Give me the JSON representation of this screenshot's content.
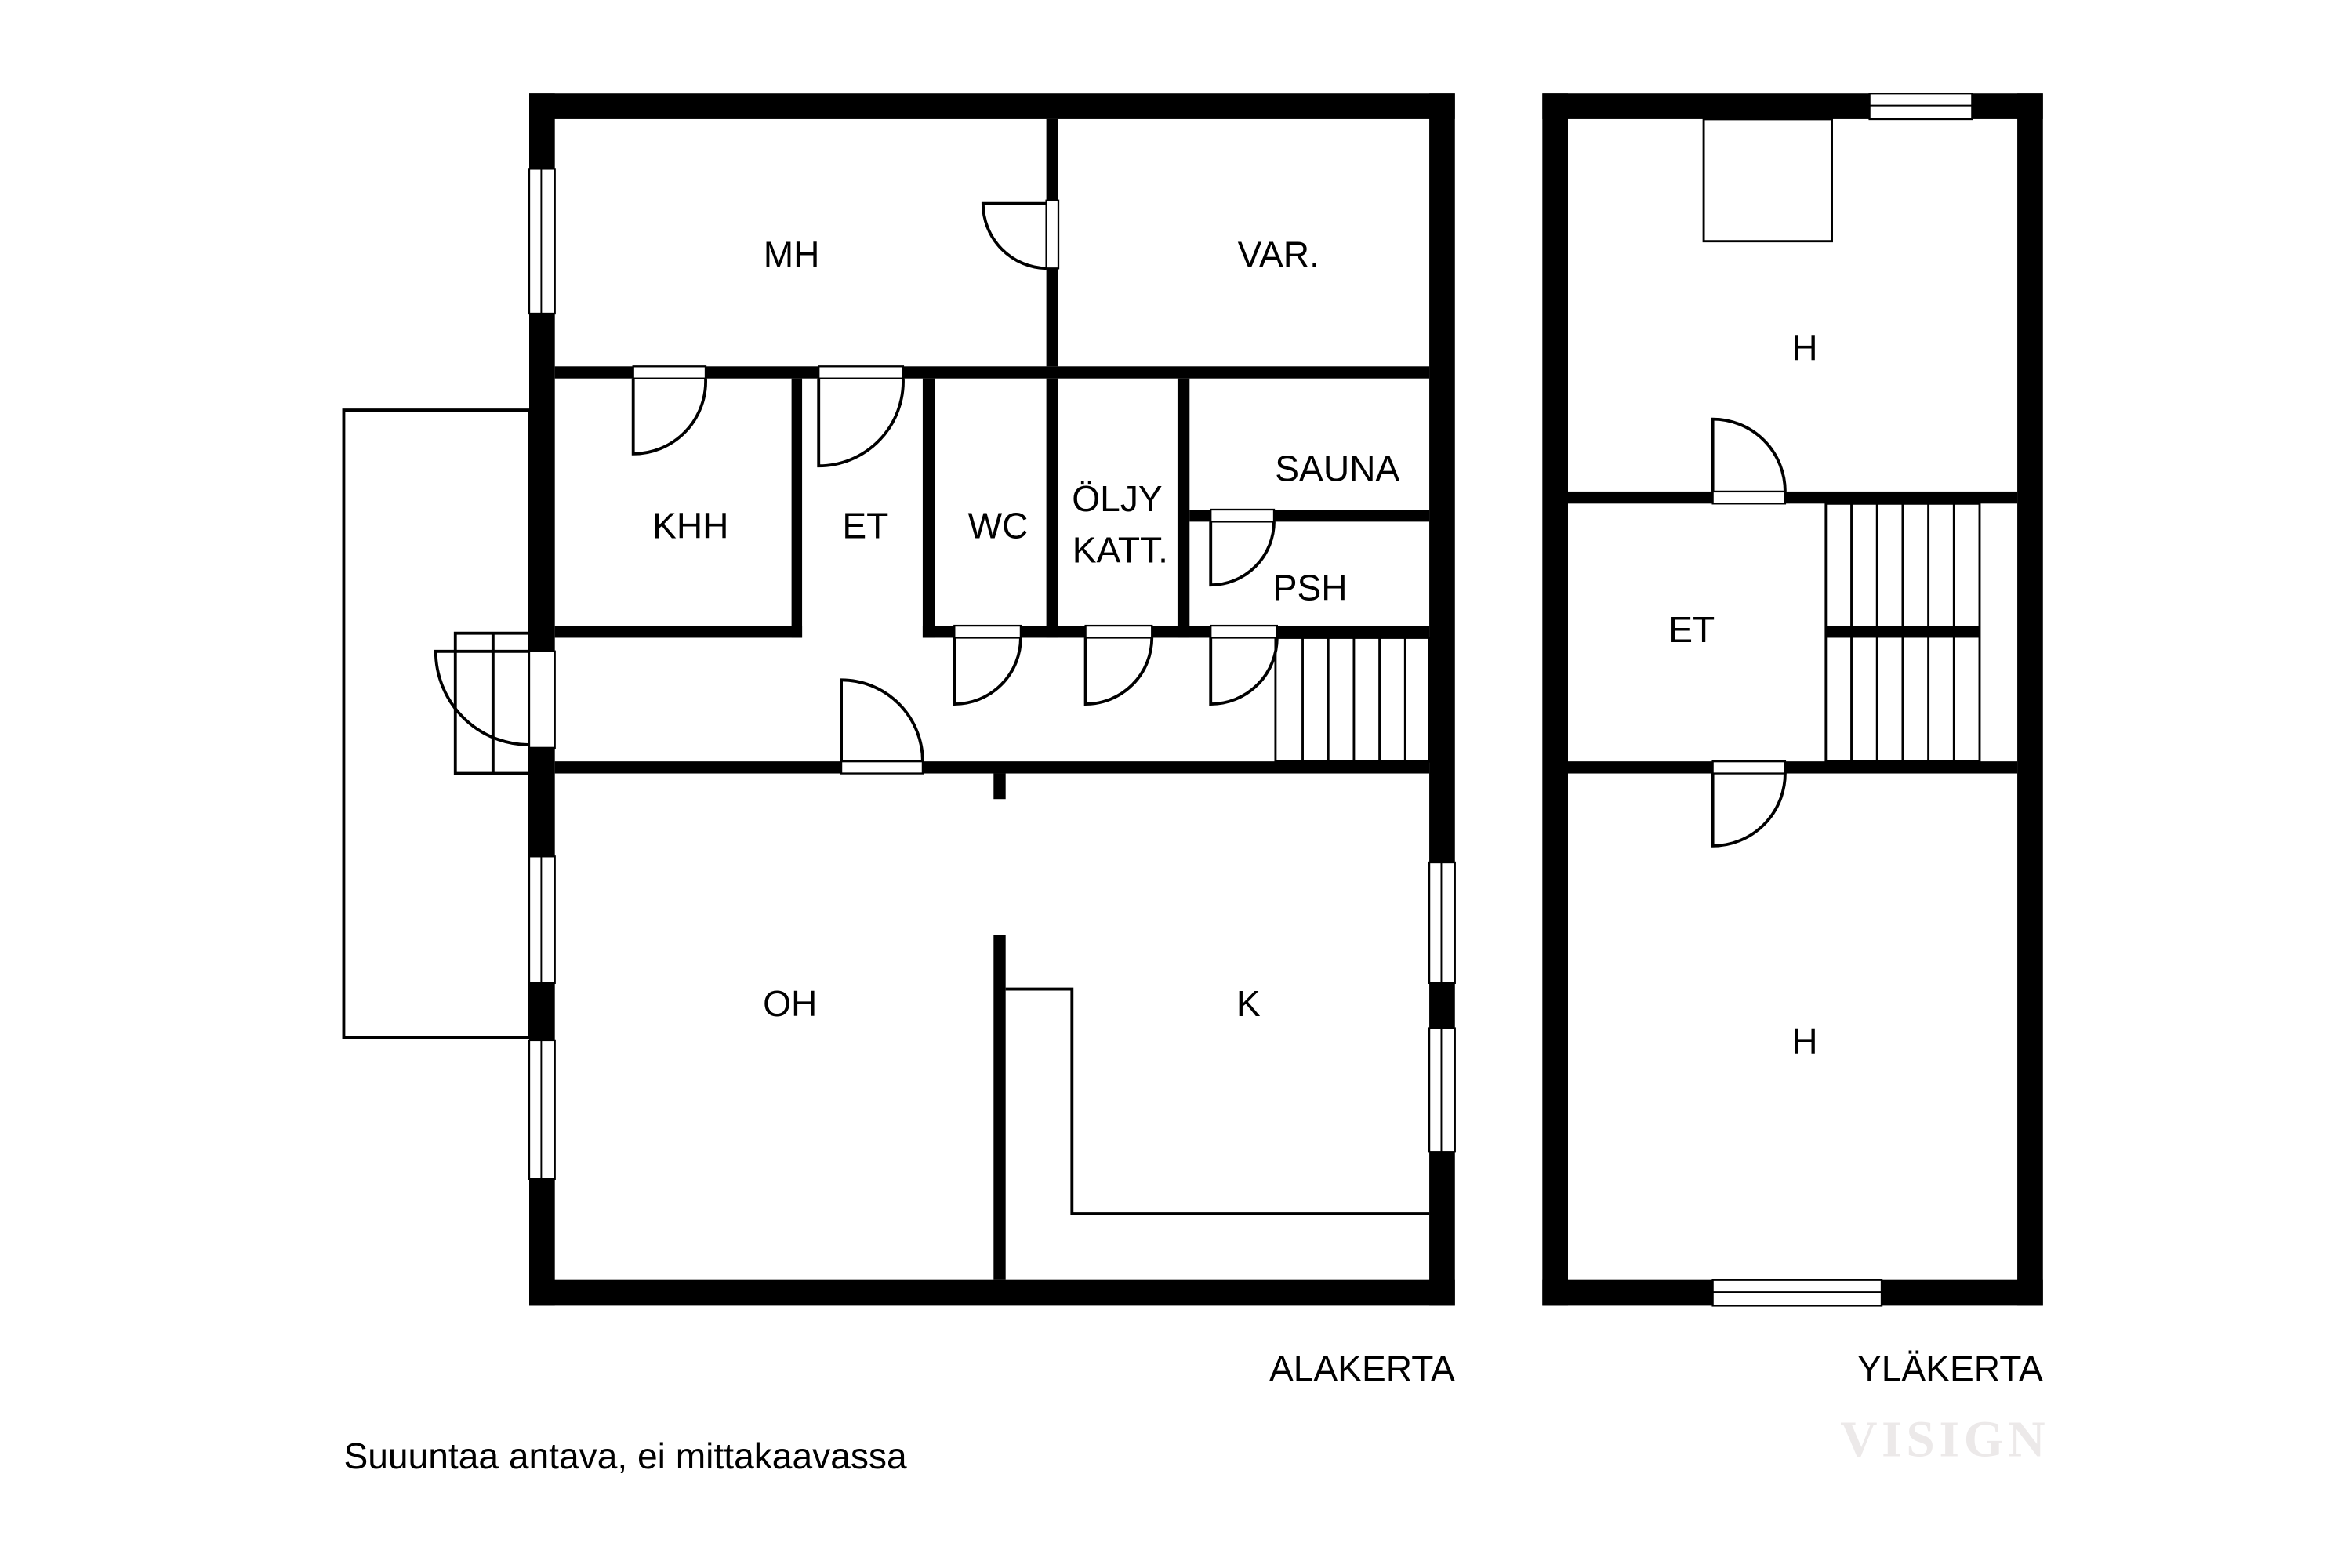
{
  "floors": {
    "lower": {
      "title": "ALAKERTA",
      "rooms": {
        "mh": "MH",
        "var": "VAR.",
        "khh": "KHH",
        "et": "ET",
        "wc": "WC",
        "oljy_line1": "ÖLJY",
        "oljy_line2": "KATT.",
        "sauna": "SAUNA",
        "psh": "PSH",
        "oh": "OH",
        "k": "K"
      }
    },
    "upper": {
      "title": "YLÄKERTA",
      "rooms": {
        "h_top": "H",
        "et": "ET",
        "h_bottom": "H"
      }
    }
  },
  "disclaimer": "Suuuntaa antava, ei mittakaavassa",
  "watermark": "VISIGN"
}
